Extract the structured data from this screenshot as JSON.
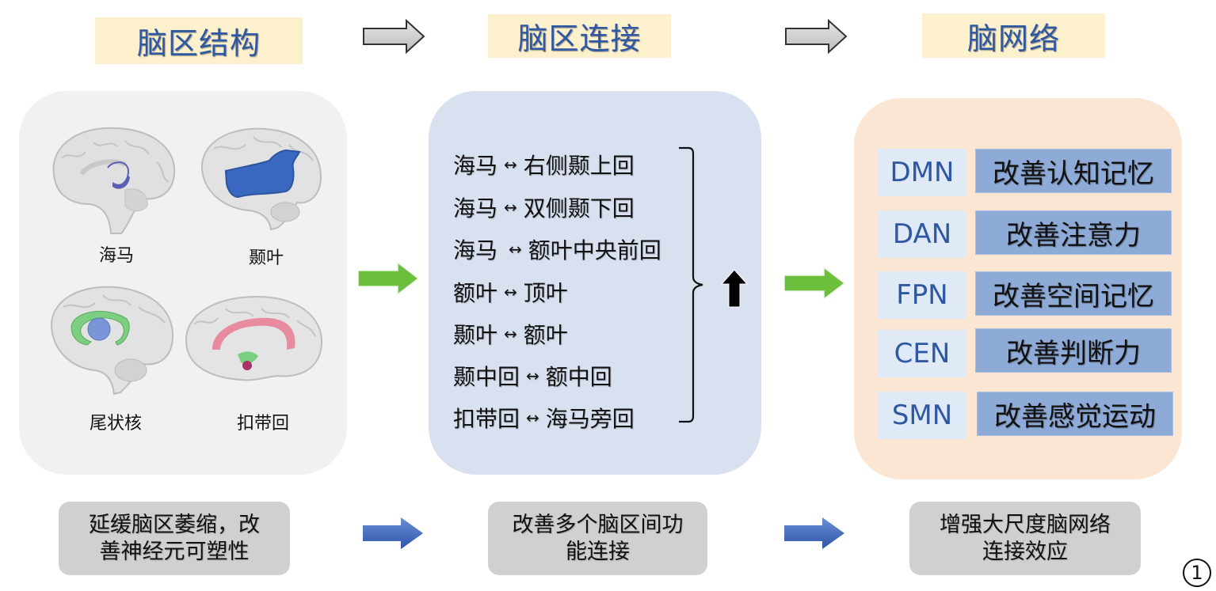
{
  "stages": [
    {
      "title": "脑区结构"
    },
    {
      "title": "脑区连接"
    },
    {
      "title": "脑网络"
    }
  ],
  "structure": {
    "regions": [
      {
        "label": "海马",
        "highlight_color": "#5a5fb5"
      },
      {
        "label": "颞叶",
        "highlight_color": "#3a68c0"
      },
      {
        "label": "尾状核",
        "highlight_color": "#6fbf73"
      },
      {
        "label": "扣带回",
        "highlight_color": "#e88aa0"
      }
    ]
  },
  "connections": {
    "pairs": [
      {
        "from": "海马",
        "arrow": "↔",
        "to": "右侧颞上回"
      },
      {
        "from": "海马",
        "arrow": "↔",
        "to": "双侧颞下回"
      },
      {
        "from": "海马",
        "arrow": "↔",
        "to": "额叶中央前回"
      },
      {
        "from": "额叶",
        "arrow": "↔",
        "to": "顶叶"
      },
      {
        "from": "颞叶",
        "arrow": "↔",
        "to": "额叶"
      },
      {
        "from": "颞中回",
        "arrow": "↔",
        "to": "额中回"
      },
      {
        "from": "扣带回",
        "arrow": "↔",
        "to": "海马旁回"
      }
    ],
    "trend_icon": "up-arrow-icon"
  },
  "networks": {
    "rows": [
      {
        "code": "DMN",
        "effect": "改善认知记忆"
      },
      {
        "code": "DAN",
        "effect": "改善注意力"
      },
      {
        "code": "FPN",
        "effect": "改善空间记忆"
      },
      {
        "code": "CEN",
        "effect": "改善判断力"
      },
      {
        "code": "SMN",
        "effect": "改善感觉运动"
      }
    ]
  },
  "summaries": [
    {
      "line1": "延缓脑区萎缩，改",
      "line2": "善神经元可塑性"
    },
    {
      "line1": "改善多个脑区间功",
      "line2": "能连接"
    },
    {
      "line1": "增强大尺度脑网络",
      "line2": "连接效应"
    }
  ],
  "figure_number": "1",
  "colors": {
    "title_bg": "#fdf0cc",
    "title_text": "#2f58a3",
    "structure_panel": "#f1f1f1",
    "connection_panel": "#d9e1f0",
    "network_panel": "#fbe5d3",
    "network_code_bg": "#dfeaf6",
    "network_effect_bg": "#8eaad6",
    "green_arrow": "#6cbf3c",
    "blue_arrow": "#3e66b8",
    "summary_bg": "#d0d0d0"
  }
}
